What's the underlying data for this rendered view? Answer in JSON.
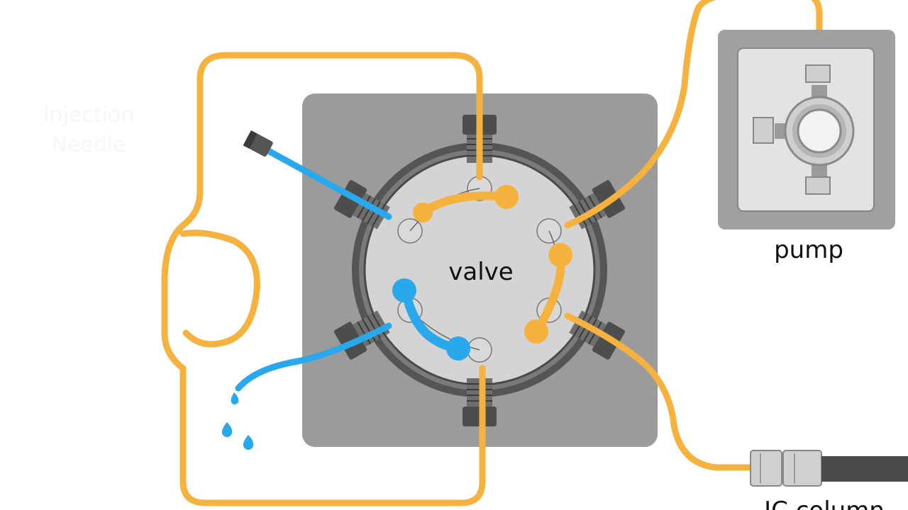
{
  "labels": {
    "valve": "valve",
    "pump": "pump",
    "column": "IC column",
    "injection": "Injection",
    "needle": "Needle"
  },
  "colors": {
    "sample_line": "#29a8ec",
    "eluent_line": "#f5b23f",
    "valve_body": "#9b9b9b",
    "rotor": "#d4d4d4",
    "fitting": "#5c5c5c",
    "pump_body": "#a0a0a0",
    "pump_face": "#e3e3e3",
    "column_tube": "#4a4a4a"
  }
}
